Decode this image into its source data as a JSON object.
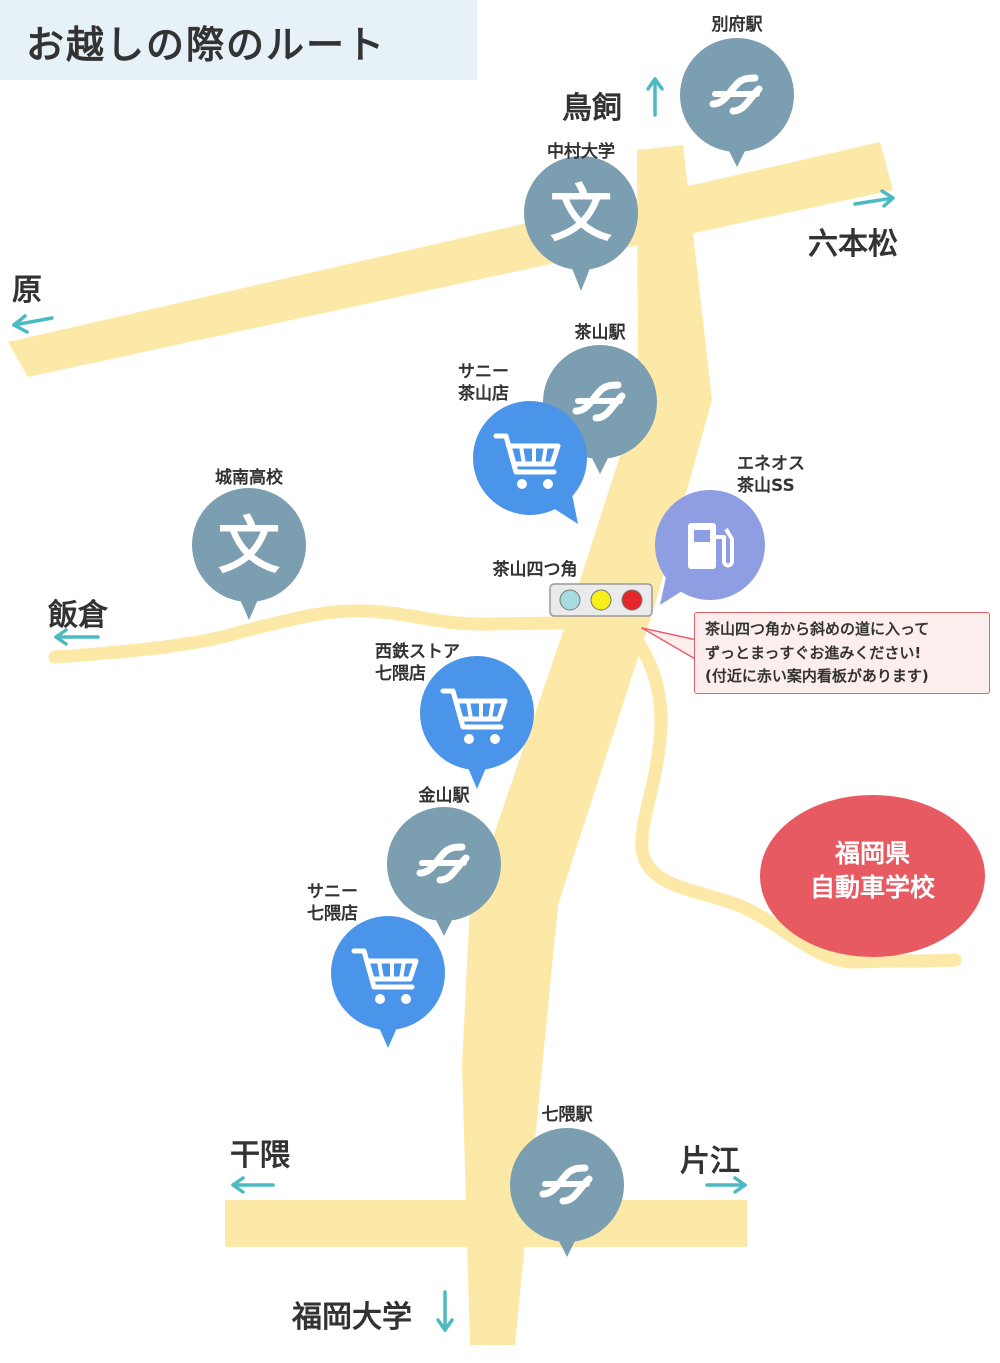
{
  "title": "お越しの際のルート",
  "colors": {
    "road": "#fde9a7",
    "arrow": "#4bbac3",
    "station_pin": "#7b9eb0",
    "shop_pin": "#4a95ea",
    "gas_pin": "#8f9ee3",
    "school": "#e85a62",
    "callout_bg": "#fdeeee",
    "callout_border": "#e8606a",
    "title_bg": "#e6f1f8"
  },
  "directions": {
    "torikai": "鳥飼",
    "ropponmatsu": "六本松",
    "hara": "原",
    "iikura": "飯倉",
    "hoshiguma": "干隈",
    "katae": "片江",
    "fukuoka_univ": "福岡大学"
  },
  "pois": {
    "befu_station": {
      "label": "別府駅",
      "icon": "train-icon"
    },
    "nakamura_univ": {
      "label": "中村大学",
      "icon": "school-icon",
      "glyph": "文"
    },
    "chayama_station": {
      "label": "茶山駅",
      "icon": "train-icon"
    },
    "sunny_chayama": {
      "label": [
        "サニー",
        "茶山店"
      ],
      "icon": "shopping-cart-icon"
    },
    "eneos_chayama": {
      "label": [
        "エネオス",
        "茶山SS"
      ],
      "icon": "gas-pump-icon"
    },
    "jonan_high": {
      "label": "城南高校",
      "icon": "school-icon",
      "glyph": "文"
    },
    "chayama_yotsukado": {
      "label": "茶山四つ角",
      "icon": "traffic-light-icon"
    },
    "nishitetsu_store": {
      "label": [
        "西鉄ストア",
        "七隈店"
      ],
      "icon": "shopping-cart-icon"
    },
    "kanayama_station": {
      "label": "金山駅",
      "icon": "train-icon"
    },
    "sunny_nanakuma": {
      "label": [
        "サニー",
        "七隈店"
      ],
      "icon": "shopping-cart-icon"
    },
    "nanakuma_station": {
      "label": "七隈駅",
      "icon": "train-icon"
    }
  },
  "callout": {
    "lines": [
      "茶山四つ角から斜めの道に入って",
      "ずっとまっすぐお進みください!",
      "(付近に赤い案内看板があります)"
    ]
  },
  "destination": {
    "lines": [
      "福岡県",
      "自動車学校"
    ]
  }
}
